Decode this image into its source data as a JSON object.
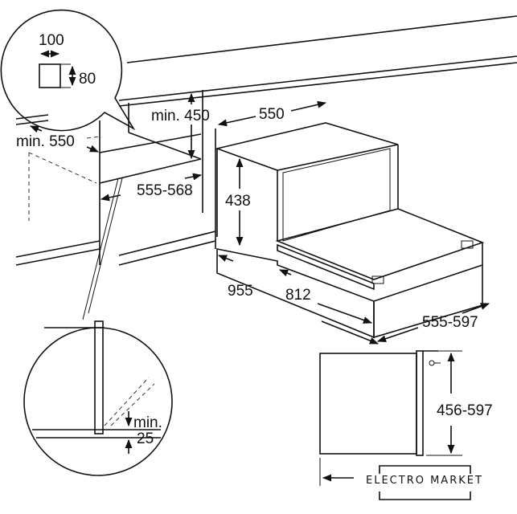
{
  "detail_top": {
    "width": "100",
    "height": "80"
  },
  "cabinet": {
    "min_height": "min. 450",
    "min_depth": "min. 550",
    "niche_width": "555-568"
  },
  "oven": {
    "width": "550",
    "height": "438",
    "depth_open": "955",
    "door_open": "812",
    "front_width": "555-597"
  },
  "side_view": {
    "height": "456-597"
  },
  "detail_bottom": {
    "min_label": "min.",
    "min_value": "25"
  },
  "watermark": {
    "brand": "ELECTRO MARKET"
  }
}
